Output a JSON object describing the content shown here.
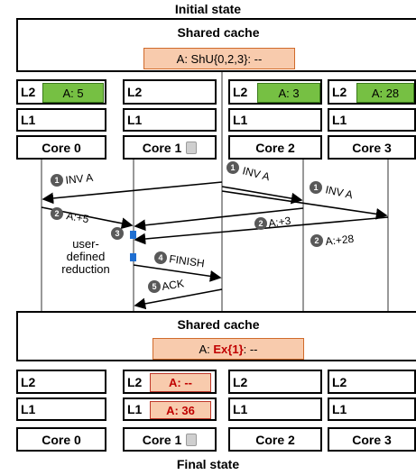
{
  "initial": {
    "title": "Initial state",
    "shared_cache": {
      "title": "Shared cache",
      "entry": "A: ShU{0,2,3}: --"
    },
    "cores": [
      {
        "l2": "L2",
        "l2_entry": "A: 5",
        "l1": "L1",
        "name": "Core 0"
      },
      {
        "l2": "L2",
        "l2_entry": "",
        "l1": "L1",
        "name": "Core 1"
      },
      {
        "l2": "L2",
        "l2_entry": "A: 3",
        "l1": "L1",
        "name": "Core 2"
      },
      {
        "l2": "L2",
        "l2_entry": "A: 28",
        "l1": "L1",
        "name": "Core 3"
      }
    ]
  },
  "messages": [
    {
      "num": "1",
      "text": "INV A"
    },
    {
      "num": "1",
      "text": "INV A"
    },
    {
      "num": "1",
      "text": "INV A"
    },
    {
      "num": "2",
      "text": "A:+5"
    },
    {
      "num": "2",
      "text": "A:+3"
    },
    {
      "num": "2",
      "text": "A:+28"
    },
    {
      "num": "3",
      "text": "user-defined reduction"
    },
    {
      "num": "4",
      "text": "FINISH"
    },
    {
      "num": "5",
      "text": "ACK"
    }
  ],
  "reduction_label": [
    "user-",
    "defined",
    "reduction"
  ],
  "final": {
    "title": "Final state",
    "shared_cache": {
      "title": "Shared cache",
      "entry_prefix": "A: ",
      "entry_state": "Ex{1}",
      "entry_suffix": ": --"
    },
    "cores": [
      {
        "l2": "L2",
        "l2_entry": "",
        "l1": "L1",
        "l1_entry": "",
        "name": "Core 0"
      },
      {
        "l2": "L2",
        "l2_entry": "A: --",
        "l1": "L1",
        "l1_entry": "A: 36",
        "name": "Core 1"
      },
      {
        "l2": "L2",
        "l2_entry": "",
        "l1": "L1",
        "l1_entry": "",
        "name": "Core 2"
      },
      {
        "l2": "L2",
        "l2_entry": "",
        "l1": "L1",
        "l1_entry": "",
        "name": "Core 3"
      }
    ]
  },
  "colors": {
    "green_entry": "#76c043",
    "orange_entry": "#f8cbad",
    "red_text": "#c00000",
    "marker_blue": "#1f6fd1",
    "badge_gray": "#595959"
  },
  "icons": [
    "scroll-icon",
    "step-badge-icon"
  ]
}
